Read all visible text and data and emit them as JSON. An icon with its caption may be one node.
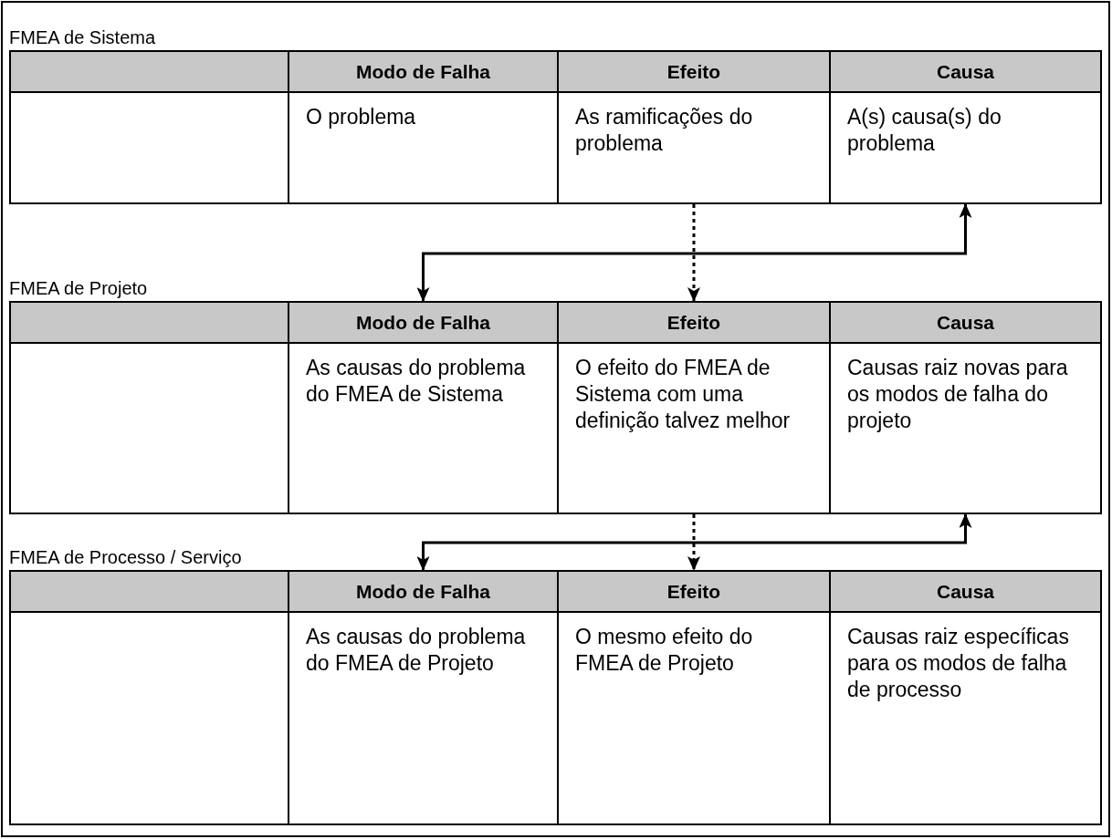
{
  "diagram": {
    "nodes": [
      {
        "text": [
          "FMEA de Sistema"
        ]
      },
      {
        "text": [],
        "shape": "box",
        "in": 0
      },
      {
        "text": [
          "Modo de Falha"
        ],
        "in": 0
      },
      {
        "text": [
          "Efeito"
        ],
        "in": 0
      },
      {
        "text": [
          "Causa"
        ],
        "in": 0
      },
      {
        "text": [],
        "shape": "box",
        "in": 0
      },
      {
        "text": [
          "O problema"
        ],
        "in": 0
      },
      {
        "text": [
          "As ramificações do problema"
        ],
        "in": 0
      },
      {
        "text": [
          "A(s) causa(s) do problema"
        ],
        "in": 0
      },
      {
        "text": [
          "FMEA de Projeto"
        ]
      },
      {
        "text": [],
        "shape": "box",
        "in": 9
      },
      {
        "text": [
          "Modo de Falha"
        ],
        "in": 9
      },
      {
        "text": [
          "Efeito"
        ],
        "in": 9
      },
      {
        "text": [
          "Causa"
        ],
        "in": 9
      },
      {
        "text": [],
        "shape": "box",
        "in": 9
      },
      {
        "text": [
          "As causas do problema do FMEA de Sistema"
        ],
        "in": 9
      },
      {
        "text": [
          "O efeito do FMEA de Sistema com uma definição talvez melhor"
        ],
        "in": 9
      },
      {
        "text": [
          "Causas raiz novas para os modos de falha do projeto"
        ],
        "in": 9
      },
      {
        "text": [
          "FMEA de Processo / Serviço"
        ]
      },
      {
        "text": [],
        "shape": "box",
        "in": 18
      },
      {
        "text": [
          "Modo de Falha"
        ],
        "in": 18
      },
      {
        "text": [
          "Efeito"
        ],
        "in": 18
      },
      {
        "text": [
          "Causa"
        ],
        "in": 18
      },
      {
        "text": [],
        "shape": "box",
        "in": 18
      },
      {
        "text": [
          "As causas do problema do FMEA de Projeto"
        ],
        "in": 18
      },
      {
        "text": [
          "O mesmo efeito do FMEA de Projeto"
        ],
        "in": 18
      },
      {
        "text": [
          "Causas raiz específicas para os modos de falha de processo"
        ],
        "in": 18
      }
    ],
    "edges": [
      {
        "from": 8,
        "to": 11,
        "arrow": "both"
      },
      {
        "from": 7,
        "to": 12,
        "arrow": "to",
        "style": "dashed"
      },
      {
        "from": 17,
        "to": 20,
        "arrow": "both"
      },
      {
        "from": 16,
        "to": 21,
        "arrow": "to",
        "style": "dashed"
      }
    ]
  }
}
